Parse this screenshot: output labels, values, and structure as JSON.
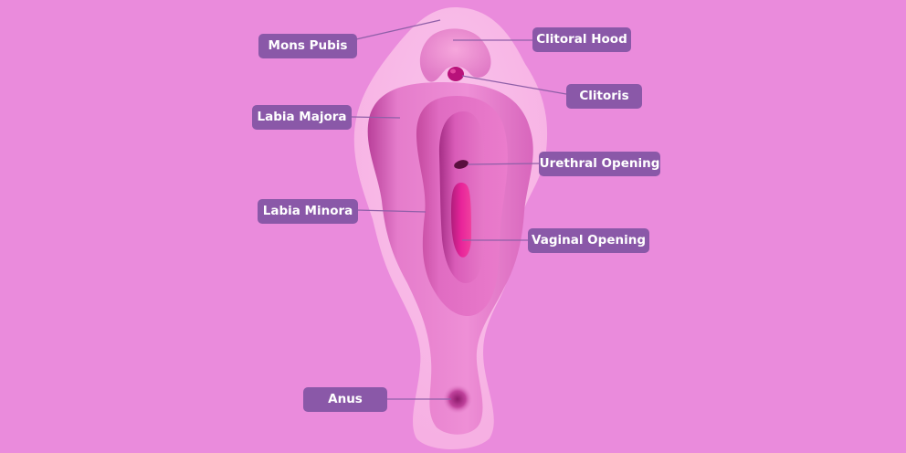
{
  "diagram": {
    "background_color": "#ea8bdc",
    "label_color": "#8a58a8",
    "leader_line_color": "#8f5fa8",
    "labels": {
      "mons_pubis": "Mons Pubis",
      "clitoral_hood": "Clitoral Hood",
      "clitoris": "Clitoris",
      "labia_majora": "Labia Majora",
      "urethral_opening": "Urethral Opening",
      "labia_minora": "Labia Minora",
      "vaginal_opening": "Vaginal Opening",
      "anus": "Anus"
    }
  }
}
